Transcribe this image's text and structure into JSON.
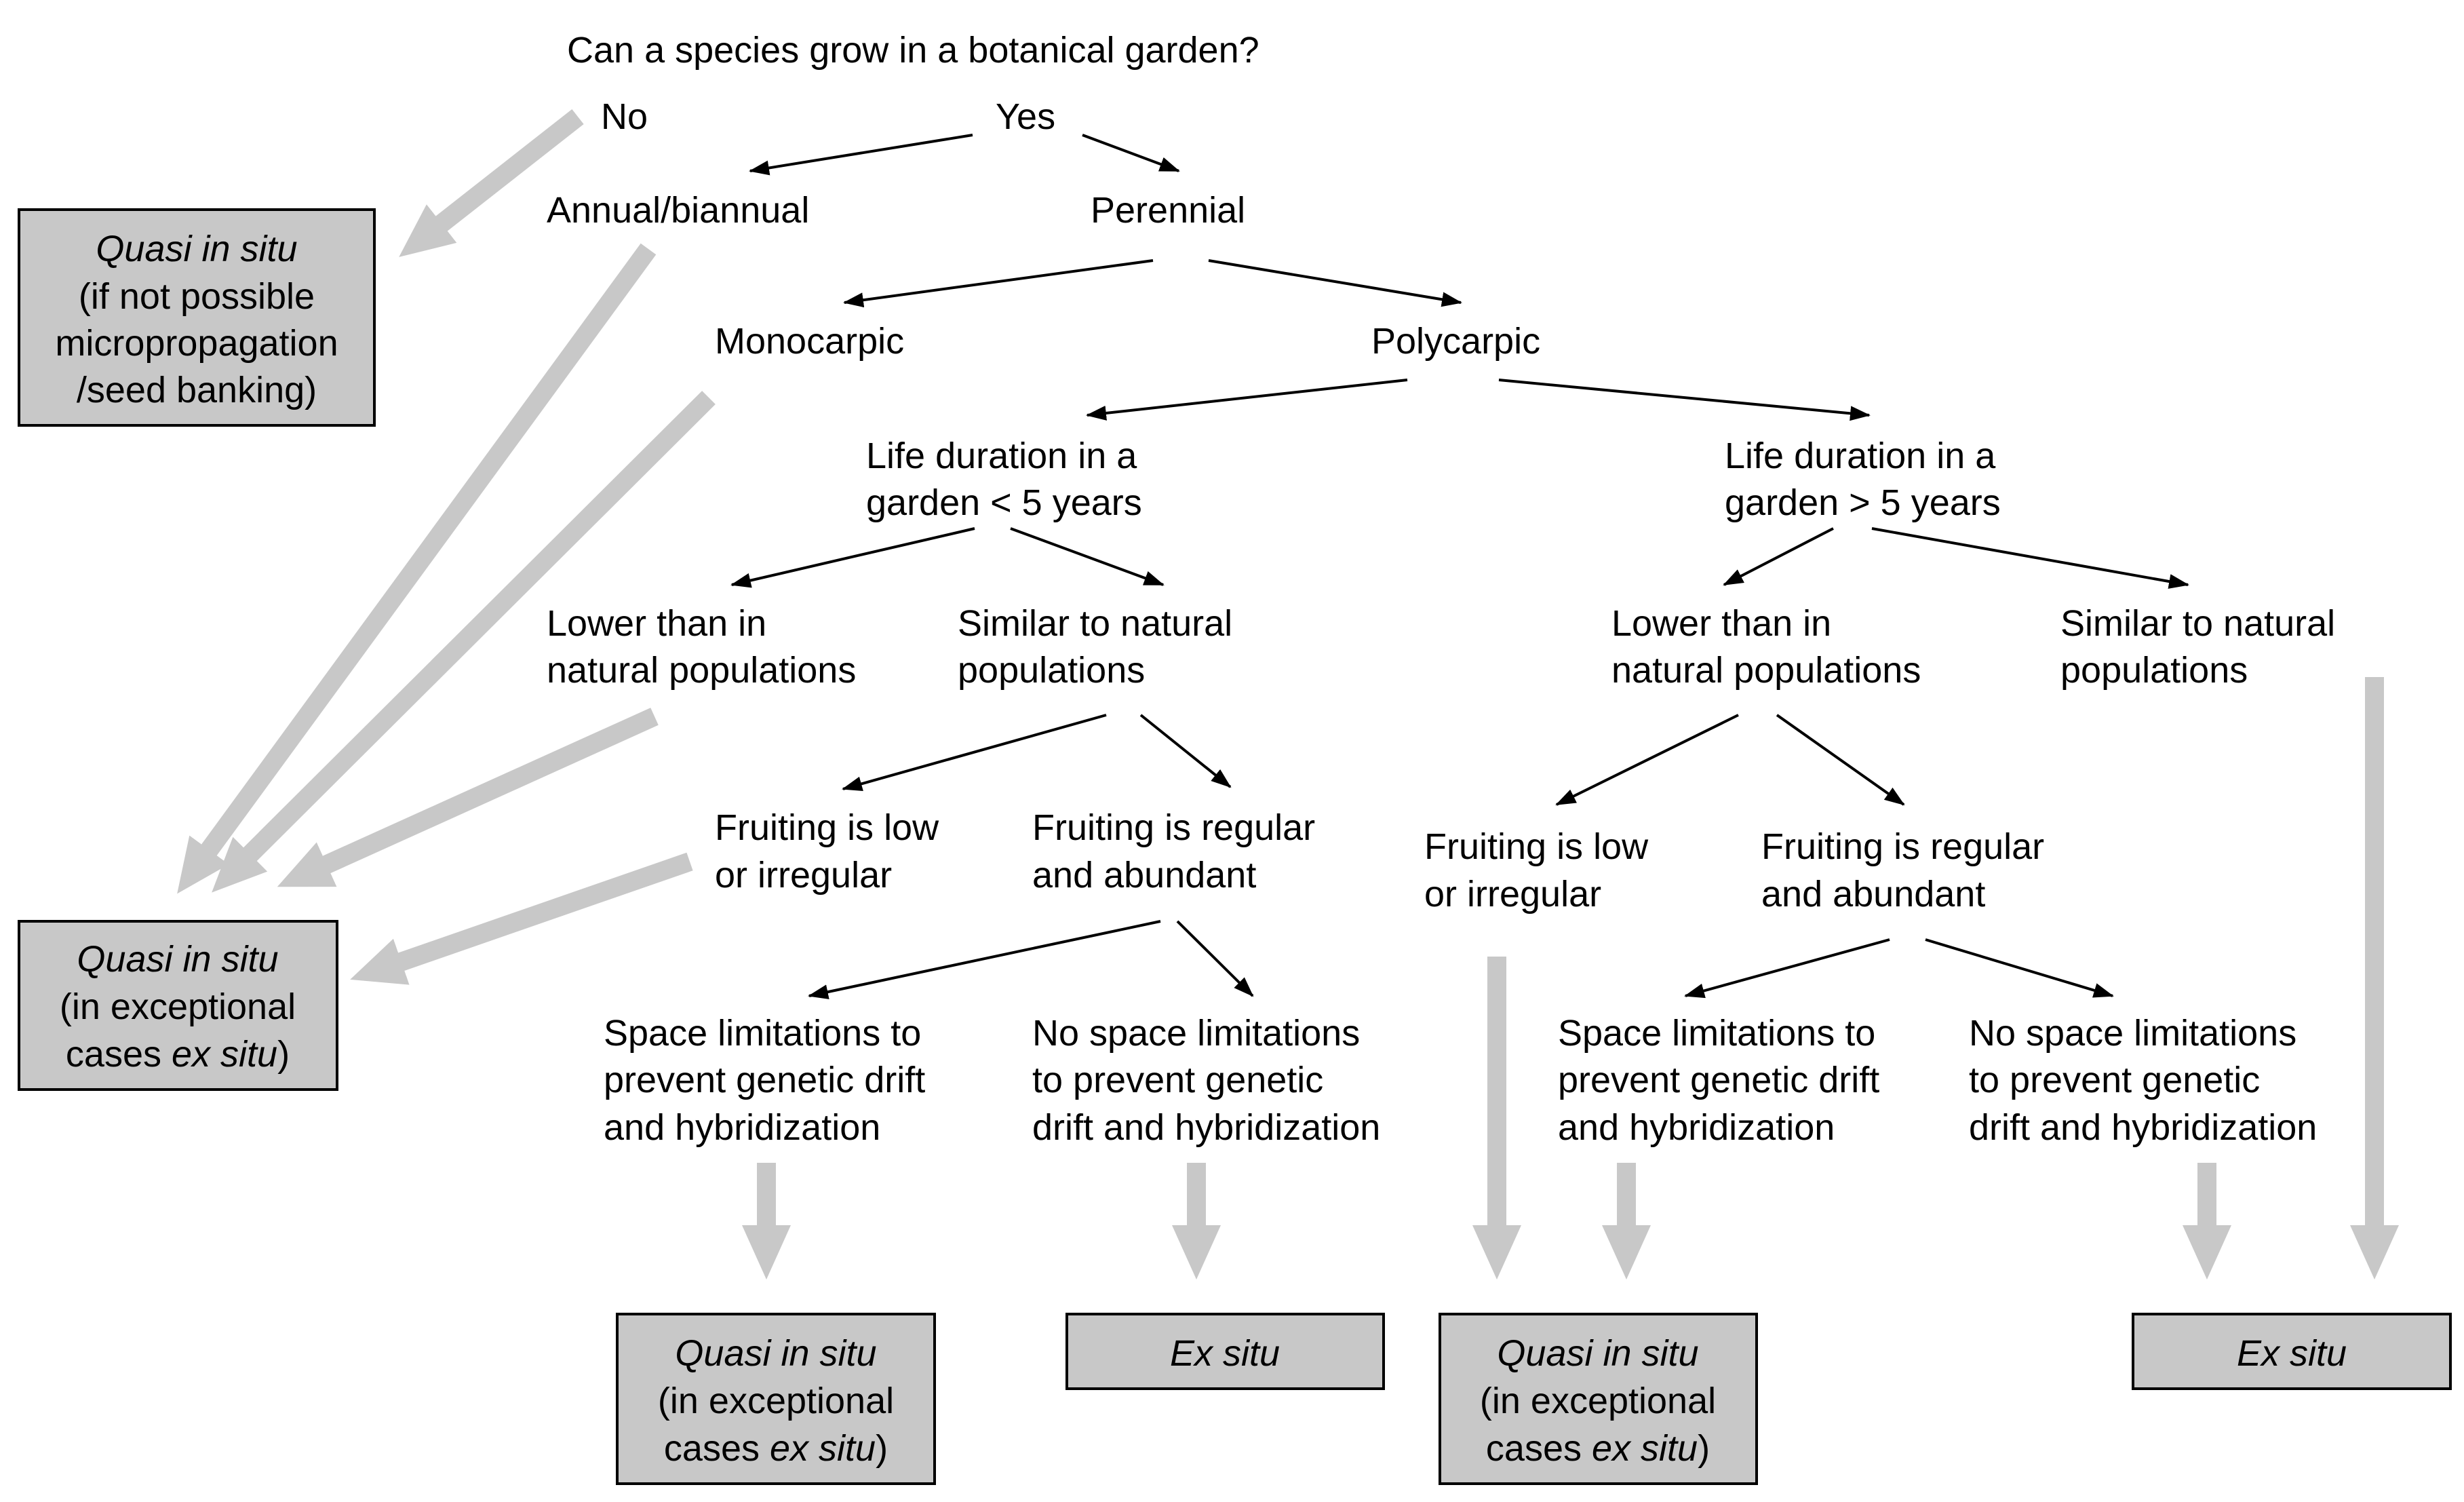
{
  "question": "Can a species grow in a botanical garden?",
  "answers": {
    "no": "No",
    "yes": "Yes"
  },
  "lifespan": {
    "annual": "Annual/biannual",
    "perennial": "Perennial"
  },
  "carpy": {
    "mono": "Monocarpic",
    "poly": "Polycarpic"
  },
  "duration_short": {
    "line1": "Life duration in a",
    "line2": "garden < 5 years"
  },
  "duration_long": {
    "line1": "Life duration in a",
    "line2": "garden > 5 years"
  },
  "lower": {
    "line1": "Lower than in",
    "line2": "natural populations"
  },
  "similar": {
    "line1": "Similar to natural",
    "line2": "populations"
  },
  "fruiting_low": {
    "line1": "Fruiting is low",
    "line2": "or irregular"
  },
  "fruiting_regular": {
    "line1": "Fruiting is regular",
    "line2": "and abundant"
  },
  "space_lim": {
    "line1": "Space limitations to",
    "line2": "prevent genetic drift",
    "line3": "and hybridization"
  },
  "no_space_left": {
    "line1": "No space limitations",
    "line2": "to prevent genetic",
    "line3": "drift and hybridization"
  },
  "no_space_right": {
    "line1": "No space limitations",
    "line2": "to prevent genetic",
    "line3": "drift and hybridization"
  },
  "outcome_top": {
    "line1": "Quasi in situ",
    "line2": "(if not possible",
    "line3": "micropropagation",
    "line4": "/seed banking)"
  },
  "outcome_quasi": {
    "title": "Quasi in situ",
    "line2": "(in exceptional",
    "line3_pre": "cases ",
    "line3_italic": "ex situ",
    "line3_post": ")"
  },
  "outcome_ex": "Ex situ",
  "colors": {
    "box_fill": "#c8c8c8",
    "gray_arrow": "#c8c8c8",
    "ink": "#000000"
  }
}
